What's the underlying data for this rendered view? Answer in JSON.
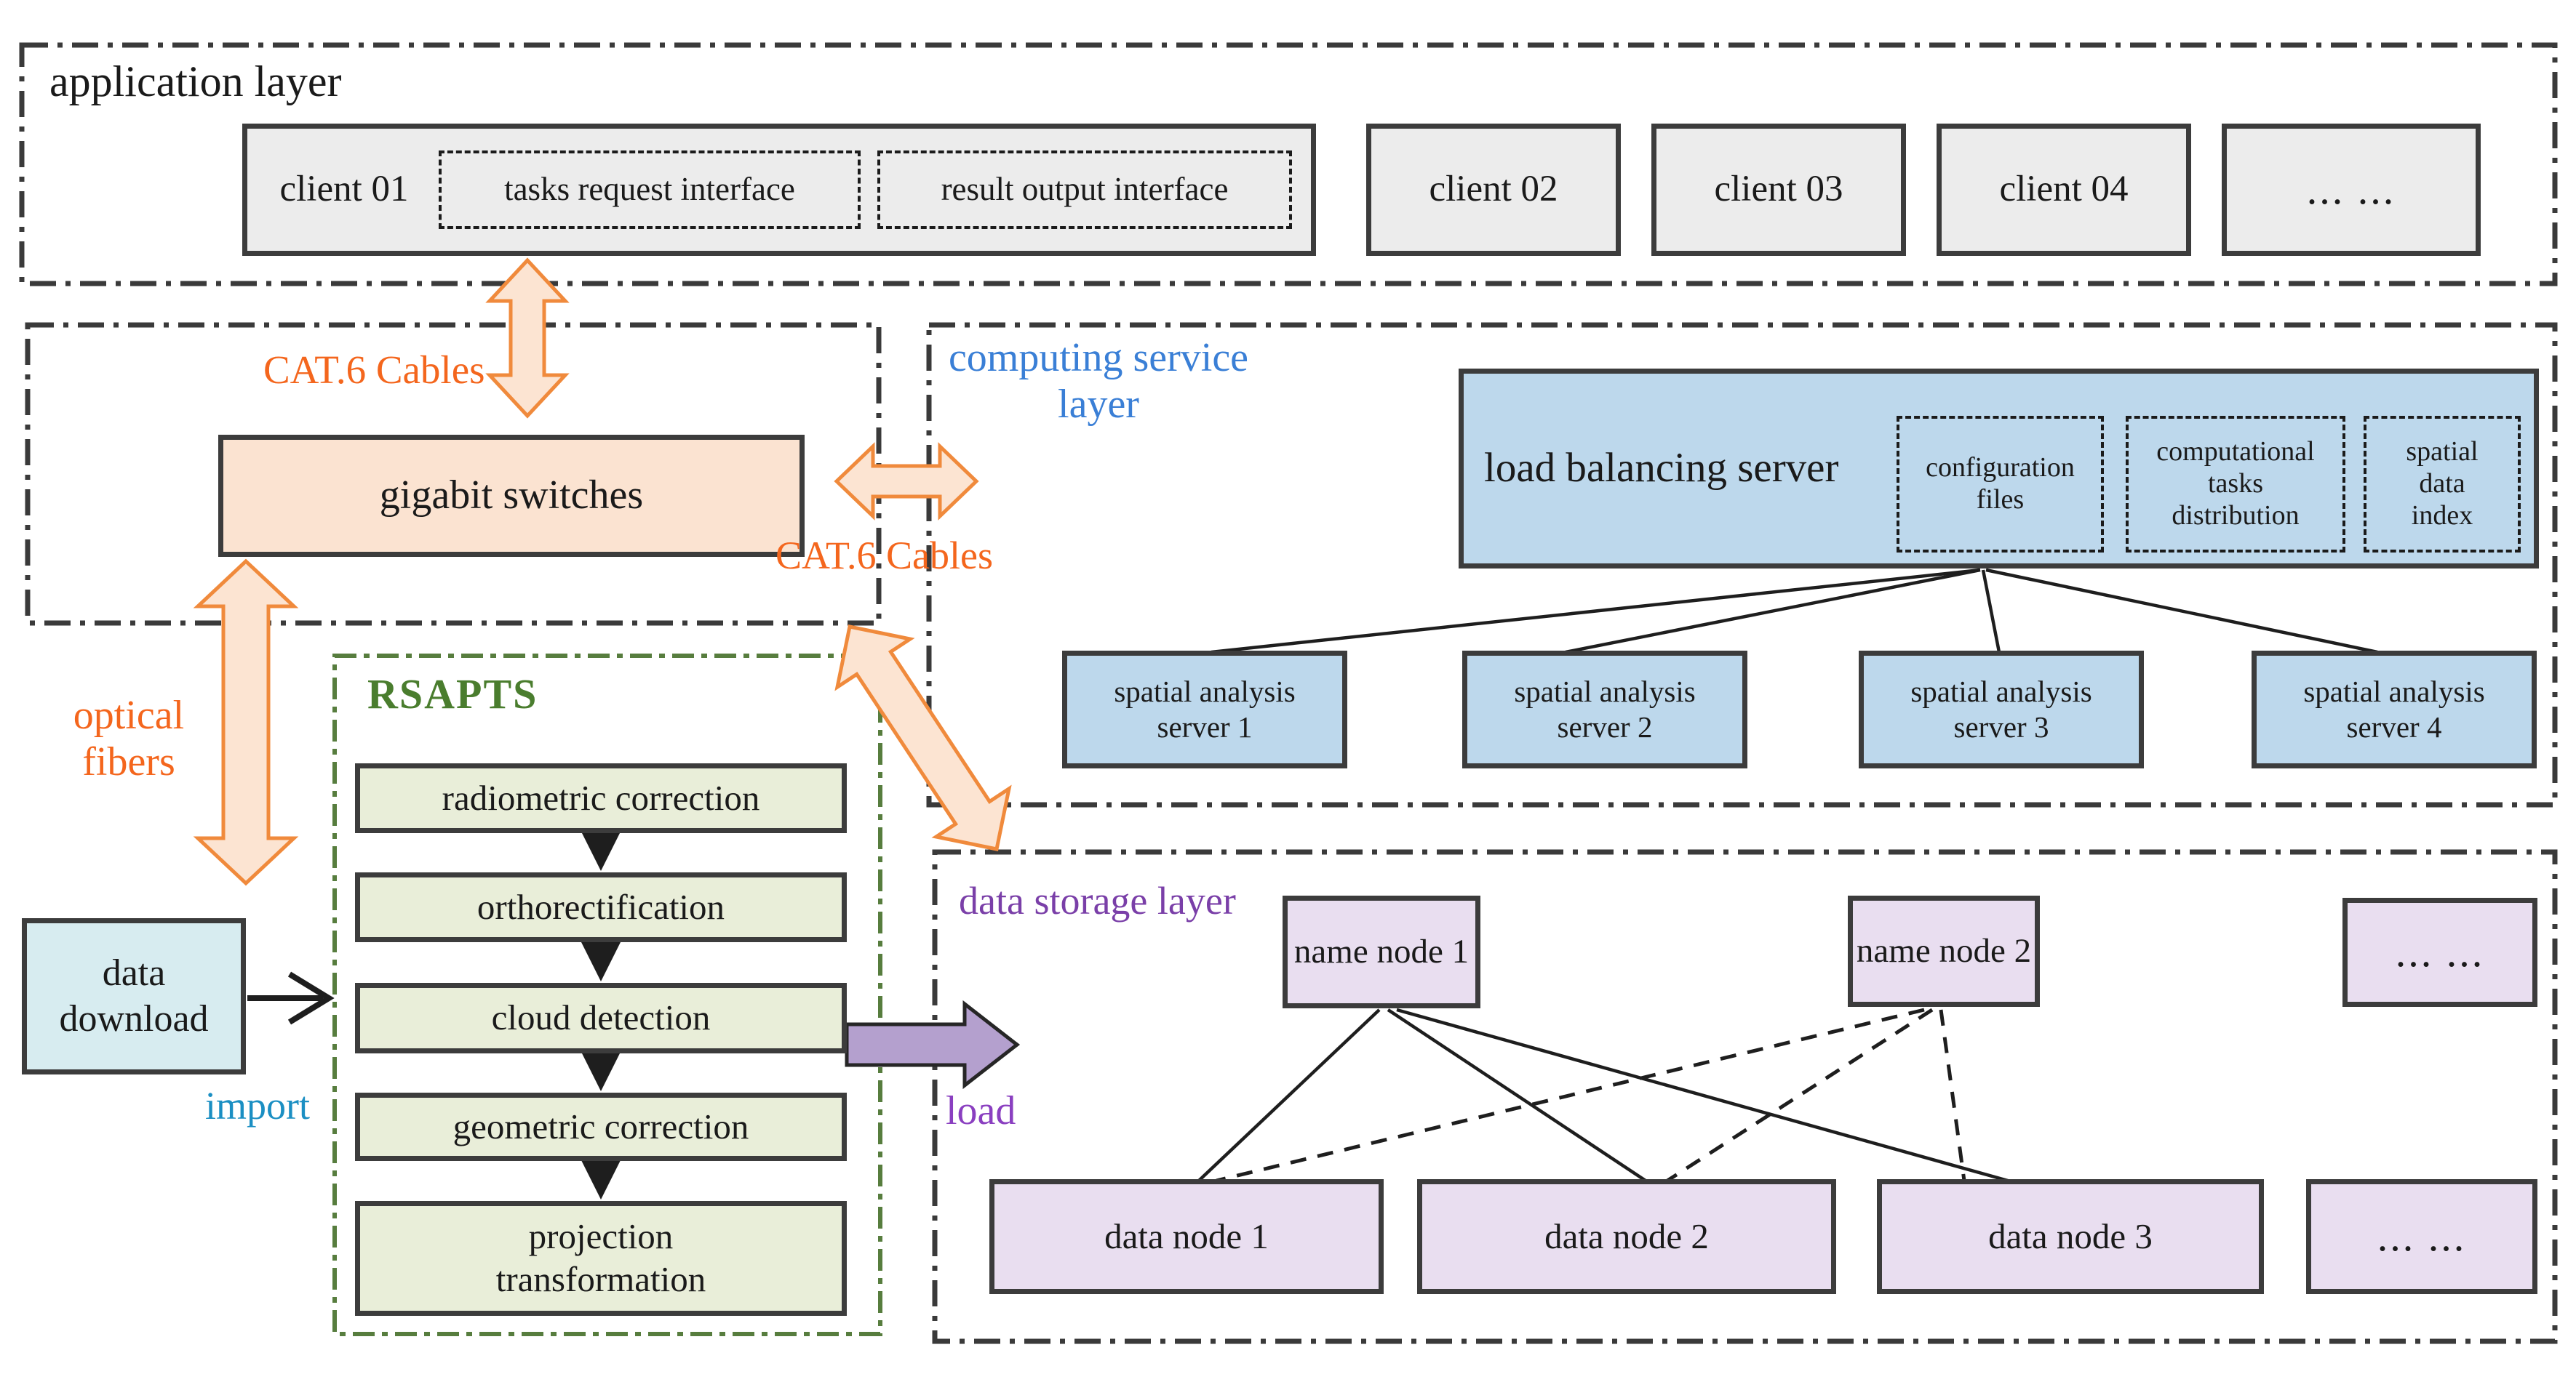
{
  "accent_colors": {
    "orange_label": "#f4661d",
    "blue_label": "#3a7fd6",
    "green_label": "#4a7d2e",
    "storage_purple_label": "#7a3fa8",
    "load_purple_label": "#8a3fc0",
    "teal_label": "#1b8fc3",
    "client_box": "#ececec",
    "switch_box": "#fbe3d1",
    "server_box": "#bdd8ec",
    "node_box": "#e9def0",
    "download_box": "#d7ecf0",
    "pipeline_box": "#e9eed9"
  },
  "application_layer": {
    "title": "application layer",
    "client01_label": "client 01",
    "tasks_request_interface": "tasks request interface",
    "result_output_interface": "result output interface",
    "client02": "client 02",
    "client03": "client 03",
    "client04": "client 04",
    "more_clients": "... ..."
  },
  "network_layer": {
    "cat6_cables_top": "CAT.6 Cables",
    "gigabit_switches": "gigabit switches",
    "cat6_cables_mid": "CAT.6 Cables",
    "optical_fibers": "optical\nfibers"
  },
  "ingest": {
    "data_download": "data\ndownload",
    "import_label": "import"
  },
  "rsapts": {
    "title": "RSAPTS",
    "steps": {
      "radiometric": "radiometric correction",
      "orthorectification": "orthorectification",
      "cloud": "cloud detection",
      "geometric": "geometric correction",
      "projection": "projection\ntransformation"
    }
  },
  "computing_layer": {
    "title": "computing service\nlayer",
    "load_balancing_server": "load balancing server",
    "configuration_files": "configuration\nfiles",
    "computational_tasks": "computational\ntasks\ndistribution",
    "spatial_data_index": "spatial\ndata\nindex",
    "servers": {
      "s1": "spatial analysis\nserver 1",
      "s2": "spatial analysis\nserver 2",
      "s3": "spatial analysis\nserver 3",
      "s4": "spatial analysis\nserver 4"
    }
  },
  "storage_layer": {
    "title": "data storage layer",
    "load_label": "load",
    "name_node1": "name node 1",
    "name_node2": "name node 2",
    "more_name_nodes": "... ...",
    "data_node1": "data node 1",
    "data_node2": "data node 2",
    "data_node3": "data node 3",
    "more_data_nodes": "... ..."
  }
}
